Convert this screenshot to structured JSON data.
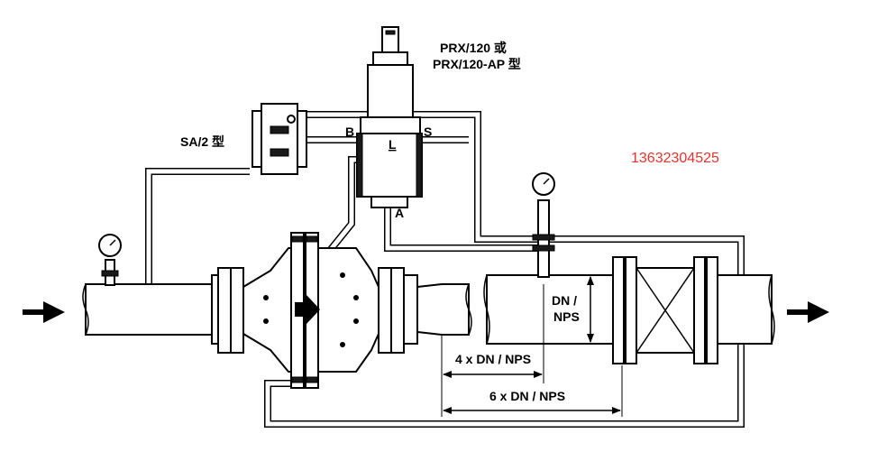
{
  "labels": {
    "pilot_model_line1": "PRX/120 或",
    "pilot_model_line2": "PRX/120-AP 型",
    "sa_model": "SA/2 型",
    "port_b": "B",
    "port_s": "S",
    "port_l": "L",
    "port_a": "A",
    "dn_nps_line1": "DN /",
    "dn_nps_line2": "NPS",
    "dim_4x": "4 x DN / NPS",
    "dim_6x": "6 x DN / NPS",
    "phone": "13632304525"
  },
  "colors": {
    "line": "#000000",
    "background": "#ffffff",
    "phone": "#e8322d"
  },
  "icons": [
    "flow-inlet-arrow-icon",
    "flow-outlet-arrow-icon",
    "pressure-gauge-icon",
    "valve-direction-arrow-icon"
  ]
}
